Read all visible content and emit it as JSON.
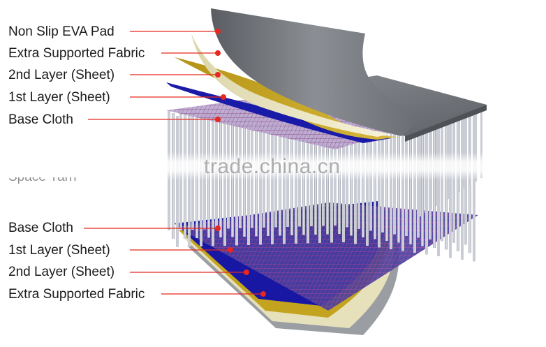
{
  "labels_top": [
    {
      "text": "Non Slip EVA Pad"
    },
    {
      "text": "Extra Supported Fabric"
    },
    {
      "text": "2nd Layer (Sheet)"
    },
    {
      "text": "1st  Layer (Sheet)"
    },
    {
      "text": "Base Cloth"
    }
  ],
  "label_middle": {
    "text": "Space Yarn"
  },
  "labels_bottom": [
    {
      "text": "Base Cloth"
    },
    {
      "text": "1st  Layer (Sheet)"
    },
    {
      "text": "2nd Layer (Sheet)"
    },
    {
      "text": "Extra Supported Fabric"
    }
  ],
  "watermark": "trade.china.cn",
  "colors": {
    "eva_pad": "#6f7378",
    "supported_fabric": "#efeac4",
    "second_layer": "#c9a823",
    "first_layer": "#1a1aa8",
    "base_cloth": "#7c5a9e",
    "yarn": "#c9ccd4",
    "leader_line": "#e8271f",
    "dot": "#e8271f"
  }
}
